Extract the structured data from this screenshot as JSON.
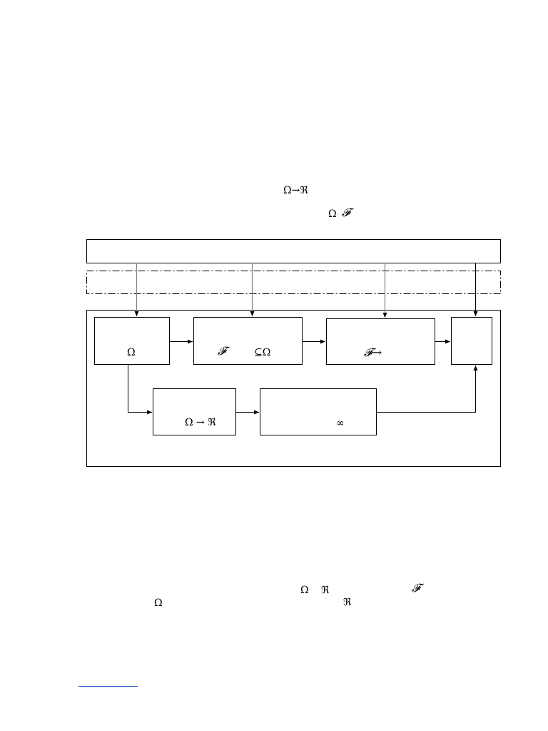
{
  "text": {
    "top_expr_a": "Ω→ℜ",
    "top_expr_b": "Ω",
    "top_expr_c": "𝓕",
    "box1_sym": "Ω",
    "box2_sym_a": "𝓕",
    "box2_sym_b": "⊆Ω",
    "box3_sym": "𝓕→",
    "box5_sym": "Ω → ℜ",
    "box6_sym": "∞",
    "bottom_expr_a": "Ω",
    "bottom_expr_b": "ℜ",
    "bottom_expr_c": "𝓕",
    "bottom_expr_d": "Ω",
    "bottom_expr_e": "ℜ"
  },
  "colors": {
    "stroke": "#000000",
    "grey_arrow": "#808080",
    "footnote_rule": "#2f5fd0"
  }
}
